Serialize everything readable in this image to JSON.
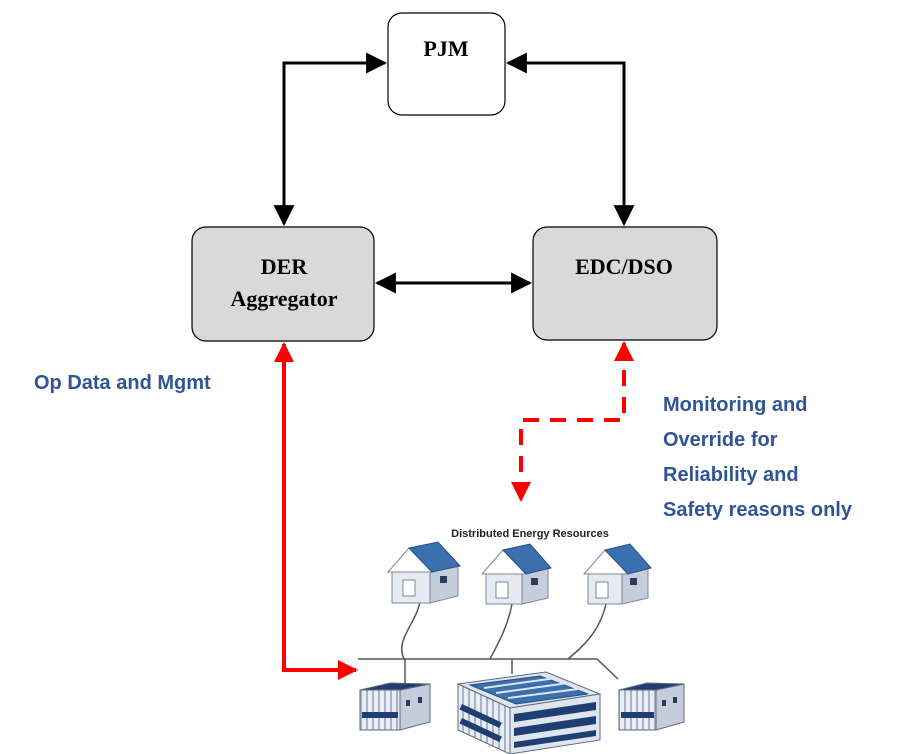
{
  "nodes": {
    "pjm": {
      "label": "PJM"
    },
    "der_aggregator": {
      "label_line1": "DER",
      "label_line2": "Aggregator"
    },
    "edc_dso": {
      "label": "EDC/DSO"
    }
  },
  "annotations": {
    "op_data": "Op Data and Mgmt",
    "monitoring": [
      "Monitoring and",
      "Override for",
      "Reliability and",
      "Safety reasons only"
    ]
  },
  "illustration": {
    "title": "Distributed Energy Resources"
  },
  "colors": {
    "node_white": "#ffffff",
    "node_gray": "#d9d9d9",
    "annotation_text": "#2f5597",
    "red_link": "#ff0000",
    "black_link": "#000000",
    "roof_blue": "#3a6fb0",
    "wall_light": "#eef1f6",
    "wall_mid": "#c9d0dc"
  }
}
